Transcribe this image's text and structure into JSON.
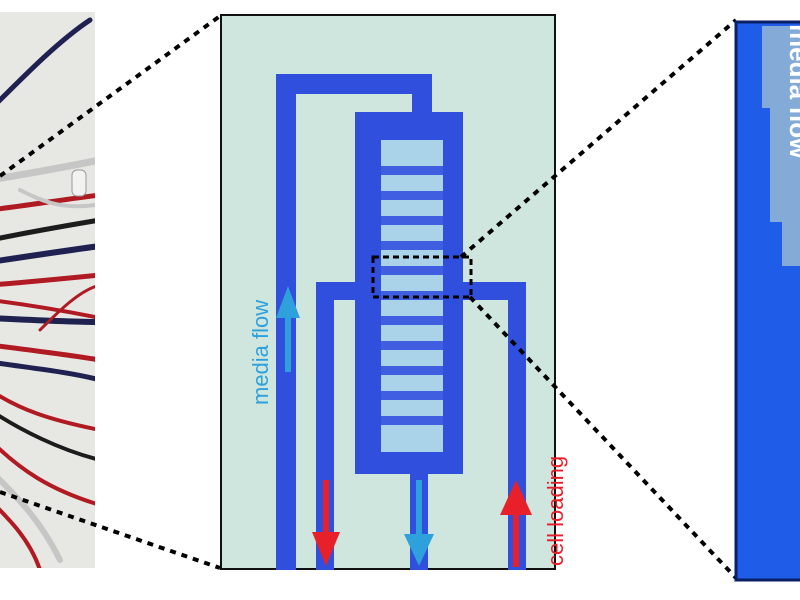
{
  "figure": {
    "labels": {
      "media_flow": "media flow",
      "cell_loading": "cell loading",
      "media_flow_partial": "media flow"
    },
    "colors": {
      "background": "#ffffff",
      "channel_blue": "#2f4fdc",
      "chamber_light": "#aad2e8",
      "chip_bg": "#cfe6de",
      "media_arrow": "#2ea0dc",
      "cell_arrow": "#e8202a",
      "zoom_panel_blue": "#1f5ce8",
      "zoom_border": "#0a1f66"
    },
    "left_photo": {
      "subject": "microfluidic tubing bundle"
    }
  }
}
